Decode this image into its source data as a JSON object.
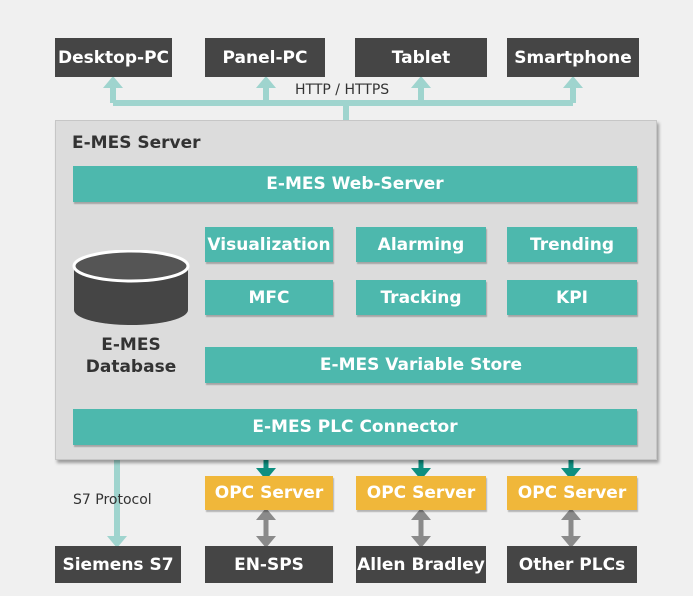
{
  "clients": [
    "Desktop-PC",
    "Panel-PC",
    "Tablet",
    "Smartphone"
  ],
  "http_label": "HTTP / HTTPS",
  "server": {
    "title": "E-MES Server",
    "web_server": "E-MES Web-Server",
    "modules": [
      "Visualization",
      "Alarming",
      "Trending",
      "MFC",
      "Tracking",
      "KPI"
    ],
    "database_line1": "E-MES",
    "database_line2": "Database",
    "variable_store": "E-MES Variable Store",
    "plc_connector": "E-MES PLC Connector"
  },
  "protocol_label": "S7 Protocol",
  "opc_servers": [
    "OPC Server",
    "OPC Server",
    "OPC Server"
  ],
  "devices": [
    "Siemens S7",
    "EN-SPS",
    "Allen Bradley",
    "Other PLCs"
  ],
  "colors": {
    "teal": "#4db8ad",
    "teal_dark": "#0f8f80",
    "opc_yellow": "#f0b73a",
    "dark_box": "#454545",
    "gray_arrow": "#8a8a8a",
    "panel": "#dcdcdc"
  }
}
